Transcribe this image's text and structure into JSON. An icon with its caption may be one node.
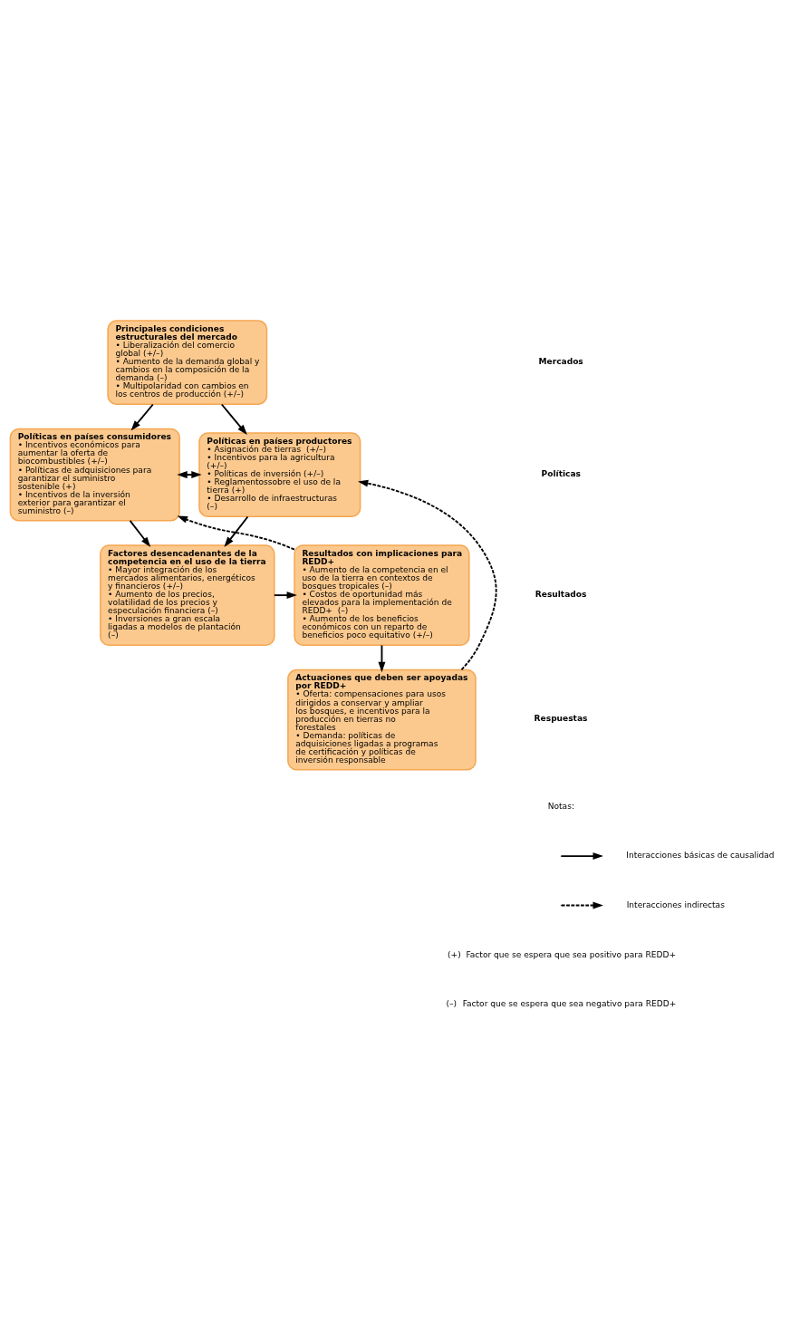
{
  "diagram": {
    "nodes": [
      {
        "text": [
          "Principales condiciones estructurales del mercado",
          "• Liberalización del comercio global (+/–)",
          "• Aumento de la demanda global y cambios en la composición de la demanda (–)",
          "• Multipolaridad con cambios en los centros de producción (+/–)"
        ]
      },
      {
        "text": [
          "Políticas en países consumidores",
          "• Incentivos económicos para aumentar la oferta de biocombustibles (+/–)",
          "• Políticas de adquisiciones para garantizar el suministro sostenible (+)",
          "• Incentivos de la inversión exterior para garantizar el suministro (–)"
        ]
      },
      {
        "text": [
          "Políticas en países productores",
          "• Asignación de tierras  (+/–)",
          "• Incentivos para la agricultura (+/–)",
          "• Políticas de inversión (+/–)",
          "• Reglamentossobre el uso de la tierra (+)",
          "• Desarrollo de infraestructuras (–)"
        ]
      },
      {
        "text": [
          "Resultados con implicaciones para REDD+",
          "• Aumento de la competencia en el uso de la tierra en contextos de bosques tropicales (–)",
          "• Costos de oportunidad más elevados para la implementación de REDD+  (–)",
          "• Aumento de los beneficios económicos con un reparto de beneficios poco equitativo (+/–)"
        ]
      },
      {
        "text": [
          "Factores desencadenantes de la competencia en el uso de la tierra",
          "• Mayor integración de los mercados alimentarios, energéticos y financieros (+/–)",
          "• Aumento de los precios, volatilidad de los precios y especulación financiera (–)",
          "• Inversiones a gran escala ligadas a modelos de plantación (–)"
        ]
      },
      {
        "text": [
          "Actuaciones que deben ser apoyadas por REDD+",
          "• Oferta: compensaciones para usos dirigidos a conservar y ampliar los bosques, e incentivos para la producción en tierras no forestales",
          "• Demanda: políticas de adquisiciones ligadas a programas de certificación y políticas de inversión responsable"
        ]
      }
    ],
    "edges": [
      {
        "from": 0,
        "to": 1,
        "arrow": "to"
      },
      {
        "from": 0,
        "to": 2,
        "arrow": "to"
      },
      {
        "from": 1,
        "to": 2,
        "arrow": "both"
      },
      {
        "from": 1,
        "to": 4,
        "arrow": "to"
      },
      {
        "from": 2,
        "to": 4,
        "arrow": "to"
      },
      {
        "from": 4,
        "to": 3,
        "arrow": "to"
      },
      {
        "from": 3,
        "to": 1,
        "arrow": "to",
        "style": "dashed"
      },
      {
        "from": 3,
        "to": 5,
        "arrow": "to"
      },
      {
        "from": 5,
        "to": 2,
        "arrow": "to",
        "style": "dashed"
      }
    ],
    "labels": [
      "Mercados",
      "Políticas",
      "Resultados",
      "Respuestas",
      "Notas:",
      "(+)",
      "Factor que se espera que sea positivo para REDD+",
      "(–)",
      "Factor que se espera que sea negativo para REDD+"
    ],
    "legend": [
      {
        "text": "Interacciones básicas de causalidad"
      },
      {
        "text": "Interacciones indirectas"
      }
    ]
  }
}
